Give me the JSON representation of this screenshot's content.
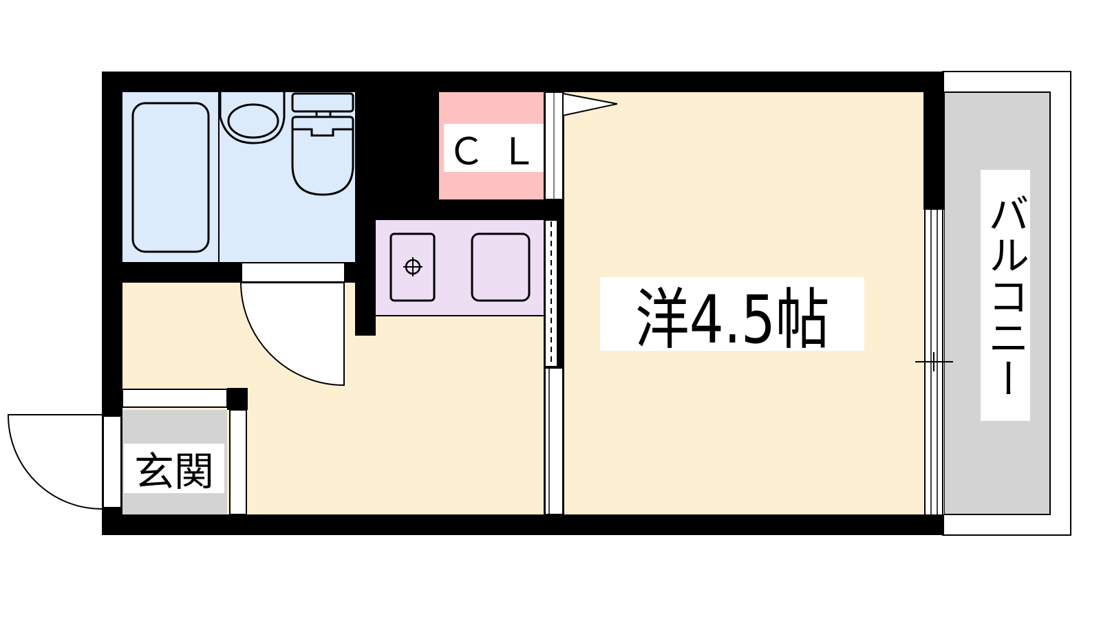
{
  "floorplan": {
    "rooms": {
      "closet": "ＣＬ",
      "western_room": "洋4.5帖",
      "entrance": "玄関",
      "balcony": "バルコニー"
    },
    "colors": {
      "wall": "#000000",
      "bathroom": "#DCEBFC",
      "closet": "#FFC0C0",
      "kitchen": "#EDDEF4",
      "floor": "#FDF0D2",
      "entrance": "#D3D3D3",
      "balcony": "#D3D3D3"
    }
  }
}
